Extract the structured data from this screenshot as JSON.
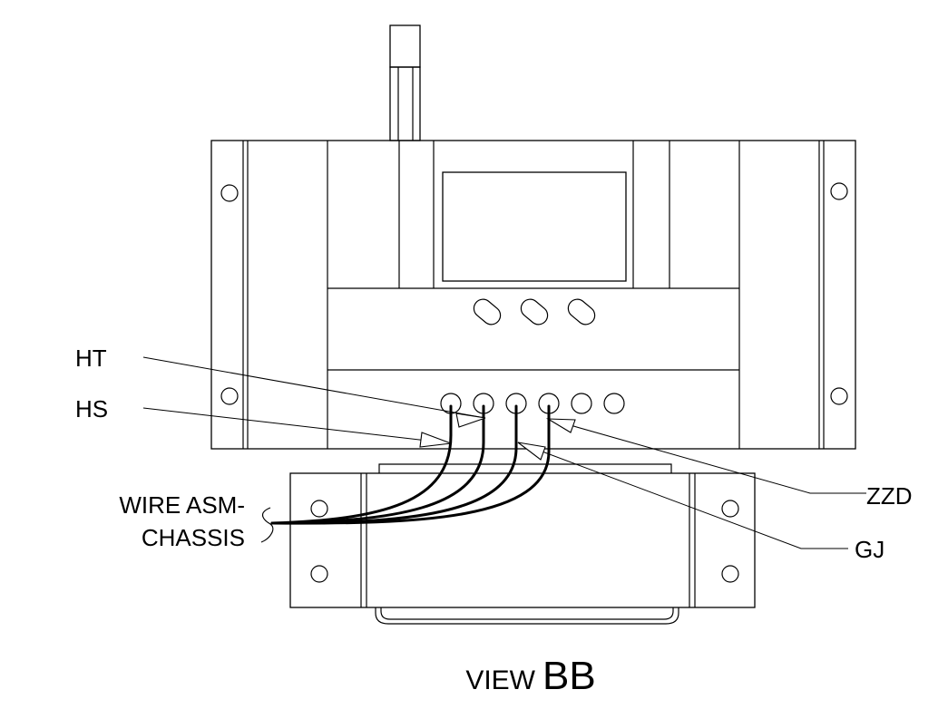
{
  "drawing": {
    "view_title_prefix": "VIEW",
    "view_title_id": "BB",
    "labels": {
      "ht": "HT",
      "hs": "HS",
      "zzd": "ZZD",
      "gj": "GJ",
      "wire_line1": "WIRE ASM-",
      "wire_line2": "CHASSIS"
    }
  }
}
